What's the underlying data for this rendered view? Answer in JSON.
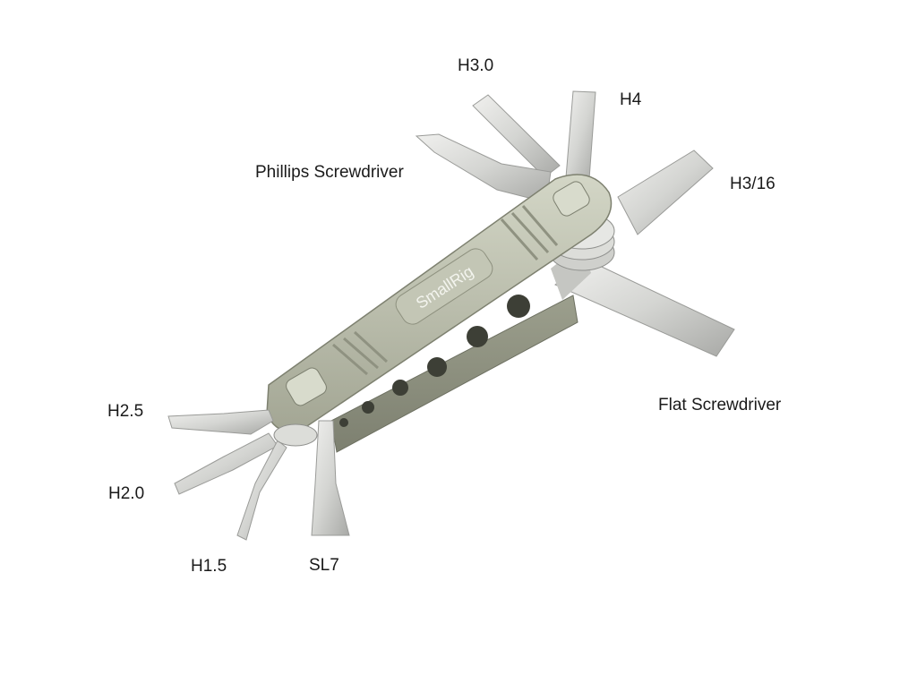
{
  "product": {
    "brand_engraving": "SmallRig",
    "colors": {
      "background": "#ffffff",
      "body": "#b9bcac",
      "body_dark": "#8c8f7f",
      "steel": "#d9d9d6",
      "steel_dark": "#a9aaa7",
      "label_text": "#1a1a1a"
    }
  },
  "labels": {
    "h30": "H3.0",
    "h4": "H4",
    "phillips": "Phillips Screwdriver",
    "h316": "H3/16",
    "flat": "Flat Screwdriver",
    "h25": "H2.5",
    "h20": "H2.0",
    "h15": "H1.5",
    "sl7": "SL7"
  }
}
